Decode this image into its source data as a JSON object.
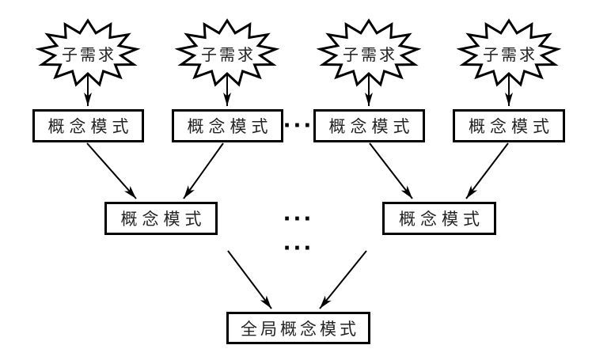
{
  "diagram": {
    "sub_requirements": [
      {
        "label": "子需求"
      },
      {
        "label": "子需求"
      },
      {
        "label": "子需求"
      },
      {
        "label": "子需求"
      }
    ],
    "top_boxes": [
      {
        "label": "概念模式"
      },
      {
        "label": "概念模式"
      },
      {
        "label": "概念模式"
      },
      {
        "label": "概念模式"
      }
    ],
    "mid_boxes": [
      {
        "label": "概念模式"
      },
      {
        "label": "概念模式"
      }
    ],
    "bottom_box": {
      "label": "全局概念模式"
    },
    "ellipses": [
      {
        "text": "···"
      },
      {
        "text": "···"
      },
      {
        "text": "···"
      }
    ]
  },
  "colors": {
    "stroke": "#000000",
    "background": "#ffffff"
  }
}
